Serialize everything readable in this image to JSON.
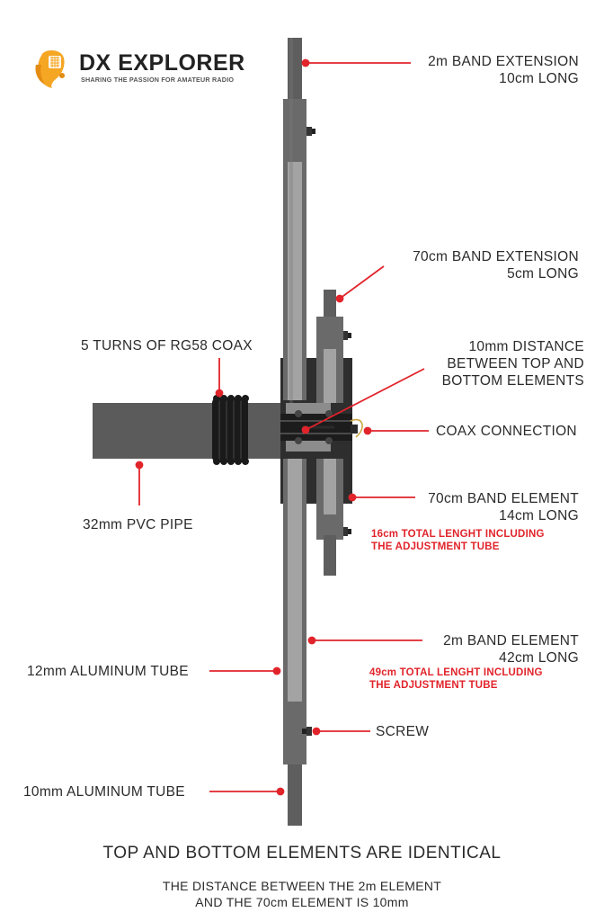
{
  "brand": {
    "name_prefix": "DX",
    "name_rest": "EXPLORER",
    "tagline": "SHARING THE PASSION FOR AMATEUR RADIO",
    "logo_icon": "headset-flag-icon"
  },
  "colors": {
    "leader": "#e1242b",
    "note": "#e1242b",
    "pipe": "#5b5b5b",
    "tube_outer": "#6a6a6a",
    "tube_inner": "#a3a3a3",
    "coax": "#1a1a1a",
    "logo_orange": "#f5a623"
  },
  "labels": {
    "ext_2m_line1": "2m BAND EXTENSION",
    "ext_2m_line2": "10cm LONG",
    "ext_70_line1": "70cm BAND EXTENSION",
    "ext_70_line2": "5cm LONG",
    "coax_turns": "5 TURNS OF RG58 COAX",
    "distance_line1": "10mm DISTANCE",
    "distance_line2": "BETWEEN TOP AND",
    "distance_line3": "BOTTOM ELEMENTS",
    "coax_connection": "COAX CONNECTION",
    "pvc_pipe": "32mm PVC PIPE",
    "el_70_line1": "70cm BAND ELEMENT",
    "el_70_line2": "14cm LONG",
    "el_70_note_line1": "16cm TOTAL LENGHT INCLUDING",
    "el_70_note_line2": "THE ADJUSTMENT TUBE",
    "el_2m_line1": "2m BAND ELEMENT",
    "el_2m_line2": "42cm LONG",
    "el_2m_note_line1": "49cm TOTAL LENGHT INCLUDING",
    "el_2m_note_line2": "THE ADJUSTMENT TUBE",
    "tube_12mm": "12mm ALUMINUM TUBE",
    "screw": "SCREW",
    "tube_10mm": "10mm ALUMINUM TUBE"
  },
  "footer": {
    "title": "TOP AND BOTTOM ELEMENTS ARE IDENTICAL",
    "sub_line1": "THE DISTANCE BETWEEN THE 2m ELEMENT",
    "sub_line2": "AND THE 70cm ELEMENT IS 10mm"
  }
}
